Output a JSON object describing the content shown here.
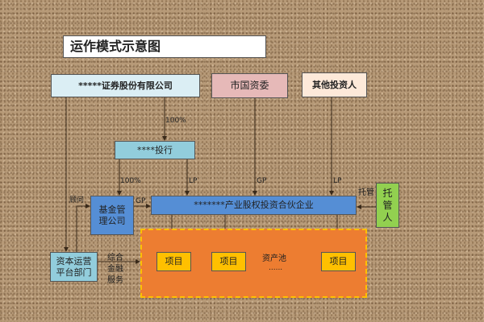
{
  "title": "运作模式示意图",
  "nodes": {
    "securities": "*****证券股份有限公司",
    "sasac": "市国资委",
    "other_investors": "其他投资人",
    "investment_bank": "****投行",
    "fund_manager": "基金管理公司",
    "partnership": "*******产业股权投资合伙企业",
    "custodian": "托管人",
    "capital_dept": "资本运营平台部门",
    "asset_pool": "资产池",
    "asset_pool_more": "......",
    "projects": [
      "项目",
      "项目",
      "项目"
    ]
  },
  "edge_labels": {
    "sec_to_bank": "100%",
    "bank_to_fund": "100%",
    "bank_lp": "LP",
    "sasac_gp": "GP",
    "other_lp": "LP",
    "fund_gp": "GP",
    "advisor": "顾问",
    "custody": "托管",
    "services": "综合金融服务"
  }
}
